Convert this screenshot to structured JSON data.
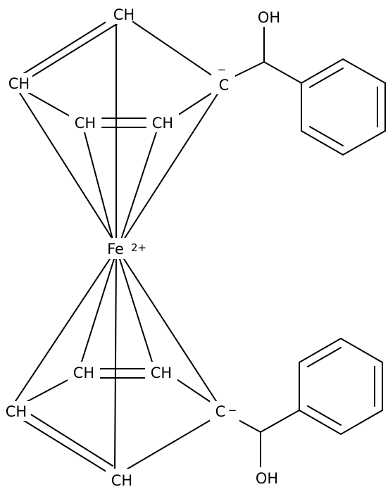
{
  "molecule": {
    "metal": {
      "symbol": "Fe",
      "charge": "2+"
    },
    "upper_ring": {
      "top": "CH",
      "left": "CH",
      "inner_left": "CH",
      "inner_right": "CH",
      "carbanion": "C",
      "carbanion_charge": "−",
      "hydroxyl": "OH"
    },
    "lower_ring": {
      "inner_left": "CH",
      "inner_right": "CH",
      "left": "CH",
      "bottom": "CH",
      "carbanion": "C",
      "carbanion_charge": "−",
      "hydroxyl": "OH"
    },
    "colors": {
      "ink": "#000000",
      "background": "#ffffff"
    }
  }
}
